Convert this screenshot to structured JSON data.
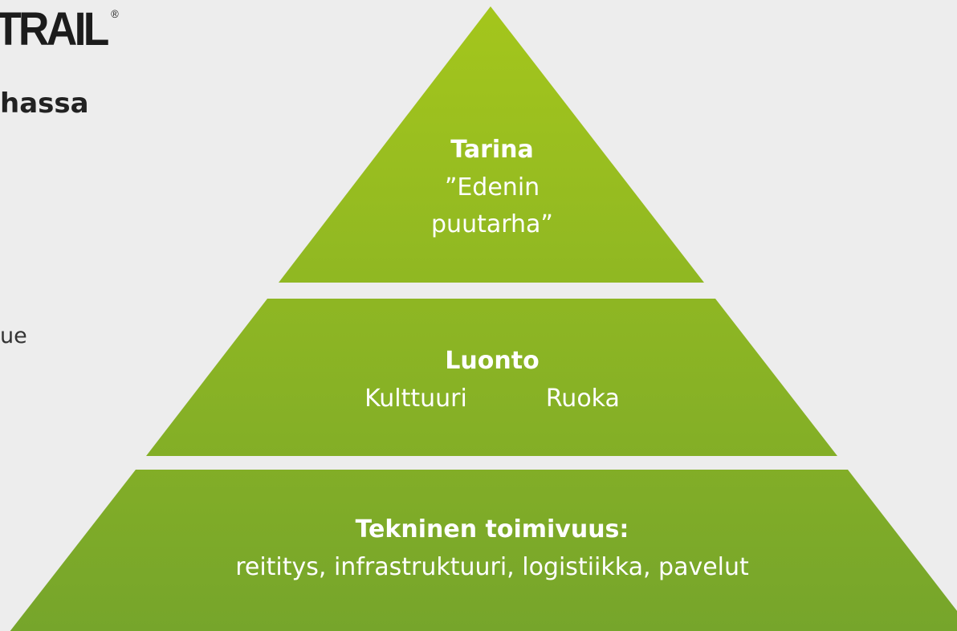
{
  "logo": {
    "text": "TRAIL",
    "mark": "®"
  },
  "heading": "hassa",
  "body_fragment": "ue",
  "pyramid": {
    "colors": {
      "top": "#a4c61c",
      "bottom": "#76a52b",
      "text": "#ffffff"
    },
    "tiers": [
      {
        "title": "Tarina",
        "lines": [
          "”Edenin",
          "puutarha”"
        ]
      },
      {
        "title": "Luonto",
        "items": [
          "Kulttuuri",
          "Ruoka"
        ]
      },
      {
        "title": "Tekninen toimivuus:",
        "lines": [
          "reititys, infrastruktuuri, logistiikka, pavelut"
        ]
      }
    ]
  }
}
